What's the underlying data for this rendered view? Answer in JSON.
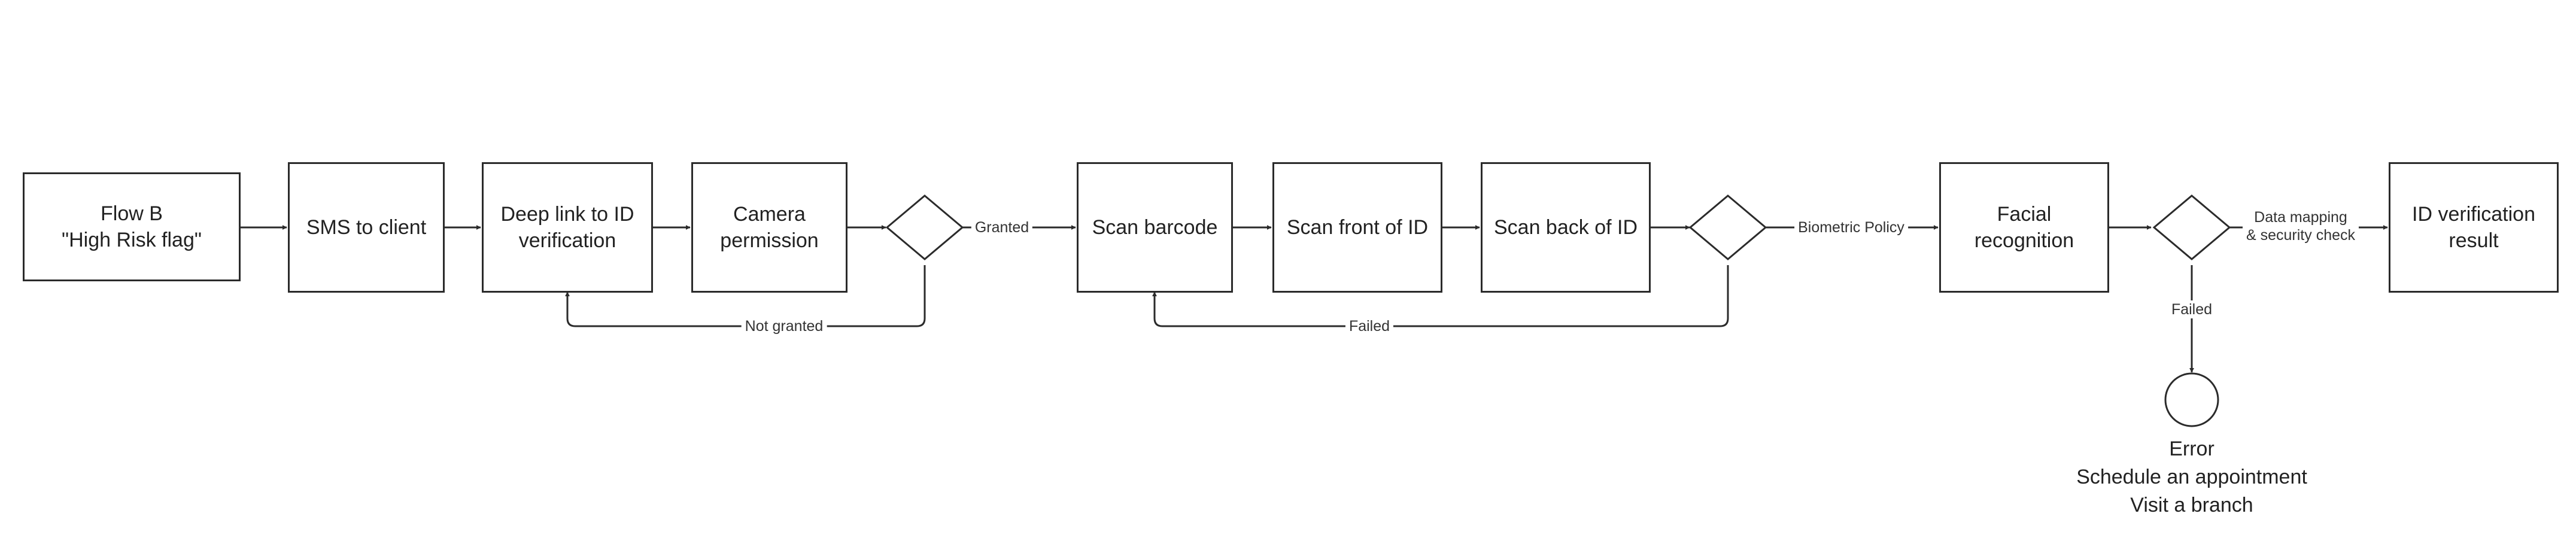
{
  "nodes": {
    "flow_b": "Flow B\n\"High Risk flag\"",
    "sms": "SMS to client",
    "deep_link": "Deep link to ID\nverification",
    "camera": "Camera\npermission",
    "scan_barcode": "Scan barcode",
    "scan_front": "Scan front of ID",
    "scan_back": "Scan back of ID",
    "facial": "Facial\nrecognition",
    "result": "ID verification\nresult"
  },
  "edges": {
    "granted": "Granted",
    "not_granted": "Not granted",
    "failed_scan": "Failed",
    "biometric": "Biometric Policy",
    "data_mapping": "Data mapping\n& security check",
    "failed_face": "Failed"
  },
  "end_state": {
    "line1": "Error",
    "line2": "Schedule an appointment",
    "line3": "Visit a branch"
  },
  "colors": {
    "stroke": "#2b2b2b",
    "background": "#ffffff",
    "text": "#222222"
  }
}
